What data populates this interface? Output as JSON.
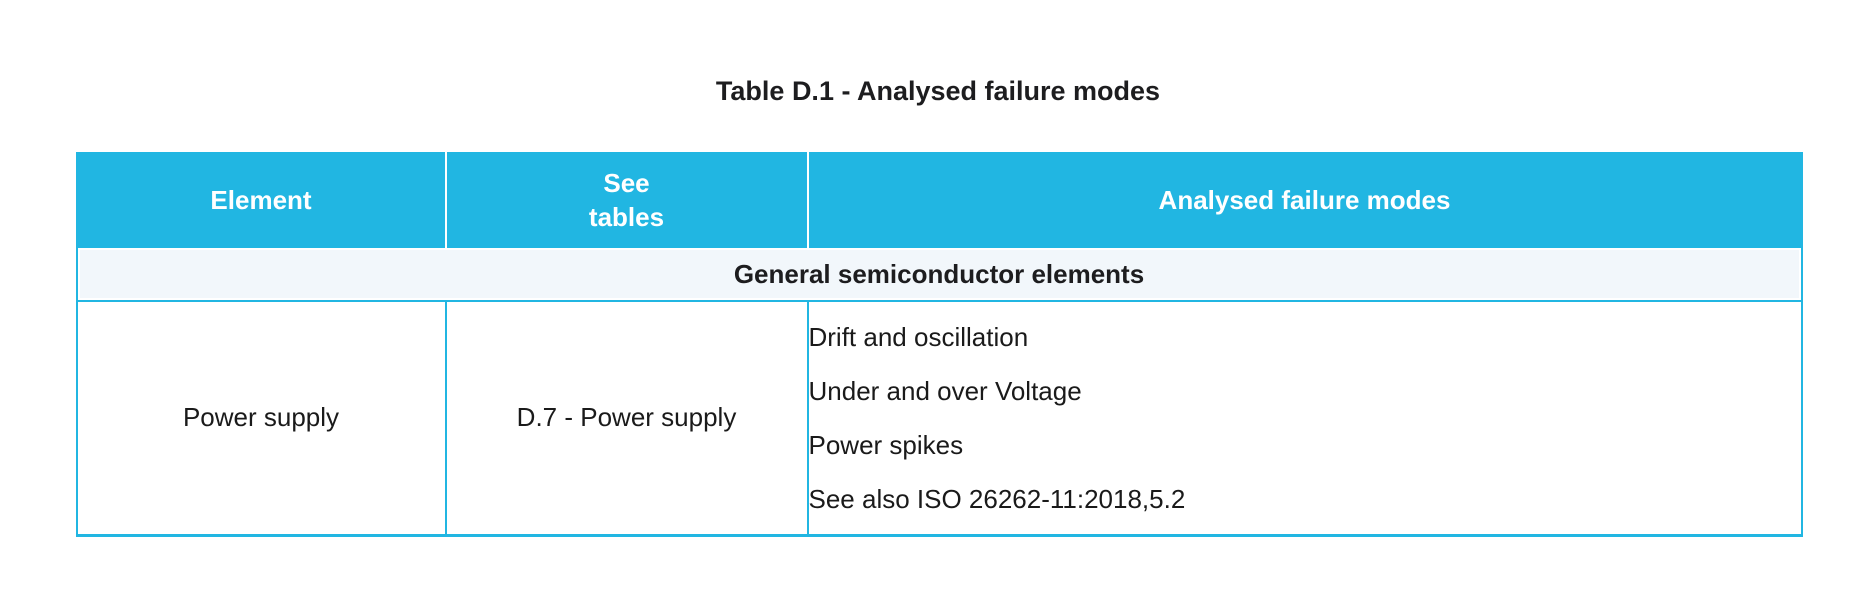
{
  "colors": {
    "accent": "#21b6e2",
    "section_bg": "#f2f7fb",
    "header_text": "#ffffff",
    "body_text": "#1a1a1a"
  },
  "title": "Table D.1 - Analysed failure modes",
  "table": {
    "columns": [
      {
        "key": "element",
        "label": "Element"
      },
      {
        "key": "see_tables",
        "label": "See\ntables"
      },
      {
        "key": "failure_modes",
        "label": "Analysed failure modes"
      }
    ],
    "section_header": "General semiconductor elements",
    "rows": [
      {
        "element": "Power supply",
        "see_tables": "D.7 - Power supply",
        "failure_modes": [
          "Drift and oscillation",
          "Under and over Voltage",
          "Power spikes",
          "See also ISO 26262-11:2018,5.2"
        ]
      }
    ]
  }
}
